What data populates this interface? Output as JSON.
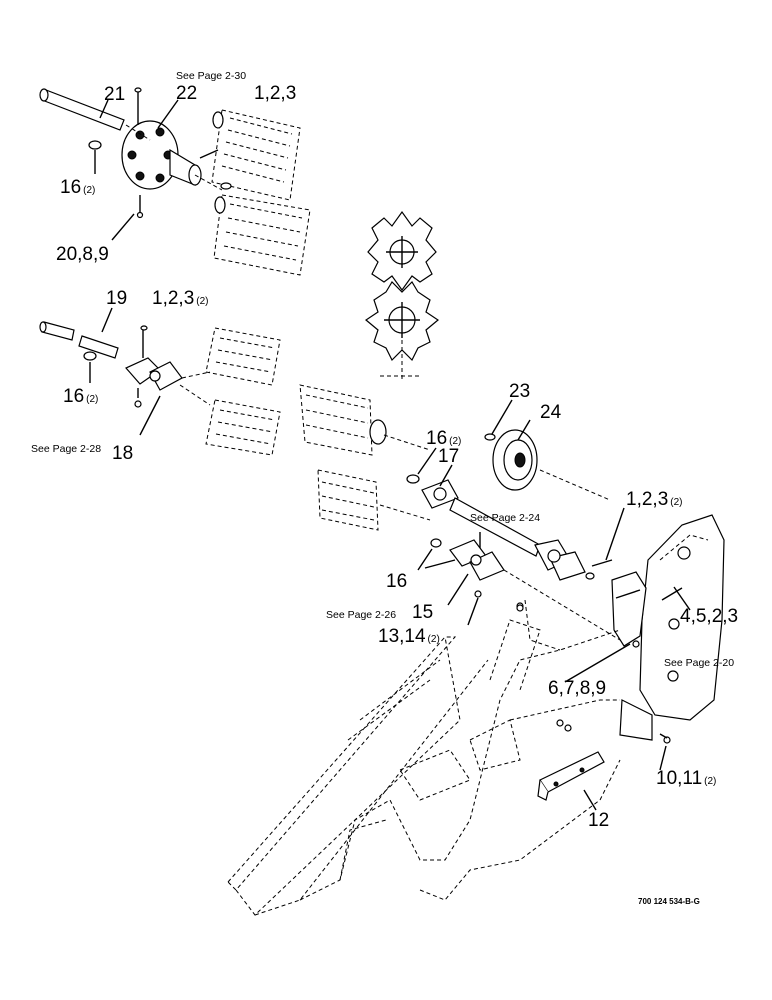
{
  "references": {
    "page_2_30": "See Page 2-30",
    "page_2_28": "See Page 2-28",
    "page_2_24": "See Page 2-24",
    "page_2_26": "See Page 2-26",
    "page_2_20": "See Page 2-20"
  },
  "callouts": {
    "c21": "21",
    "c22": "22",
    "c123_top": "1,2,3",
    "c16_top": "16",
    "c16_top_qty": "(2)",
    "c2089": "20,8,9",
    "c19": "19",
    "c123_mid": "1,2,3",
    "c123_mid_qty": "(2)",
    "c16_mid": "16",
    "c16_mid_qty": "(2)",
    "c18": "18",
    "c23": "23",
    "c24": "24",
    "c16_center": "16",
    "c16_center_qty": "(2)",
    "c17": "17",
    "c123_right": "1,2,3",
    "c123_right_qty": "(2)",
    "c16_low": "16",
    "c15": "15",
    "c1314": "13,14",
    "c1314_qty": "(2)",
    "c4523": "4,5,2,3",
    "c6789": "6,7,8,9",
    "c1011": "10,11",
    "c1011_qty": "(2)",
    "c12": "12"
  },
  "drawing_number": "700 124 534-B-G"
}
